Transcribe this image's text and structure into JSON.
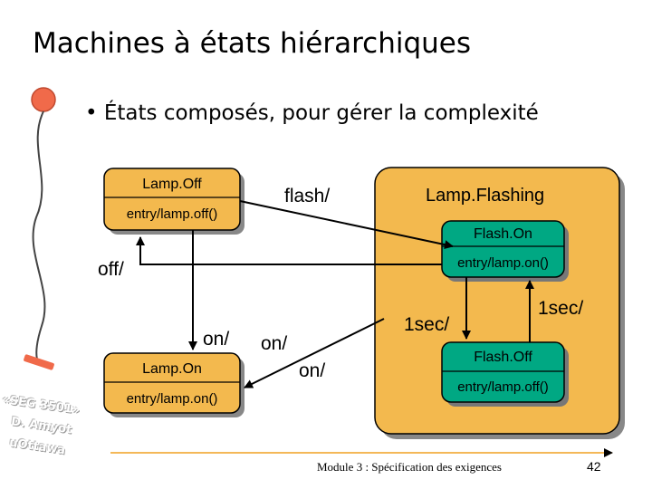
{
  "slide": {
    "title": "Machines à états hiérarchiques",
    "bullet": "• États composés, pour gérer la complexité",
    "footer": "Module 3 : Spécification des exigences",
    "page_number": "42",
    "stamp": {
      "line1": "«SEG 3501»",
      "line2": "D. Amyot",
      "line3": "uOttawa"
    }
  },
  "diagram": {
    "states": {
      "lamp_off": {
        "name": "Lamp.Off",
        "entry": "entry/lamp.off()"
      },
      "lamp_on": {
        "name": "Lamp.On",
        "entry": "entry/lamp.on()"
      },
      "lamp_flashing": {
        "name": "Lamp.Flashing"
      },
      "flash_on": {
        "name": "Flash.On",
        "entry": "entry/lamp.on()"
      },
      "flash_off": {
        "name": "Flash.Off",
        "entry": "entry/lamp.off()"
      }
    },
    "transitions": {
      "flash": "flash/",
      "off": "off/",
      "on_left": "on/",
      "on_mid": "on/",
      "on_lower": "on/",
      "sec_left": "1sec/",
      "sec_right": "1sec/"
    },
    "colors": {
      "simple_state_fill": "#f3b94e",
      "composite_fill": "#f3b94e",
      "substate_fill": "#00a883",
      "outline": "#000000",
      "shadow": "#888888",
      "stickman_head": "#f06a4a",
      "stickman_foot": "#f06a4a",
      "footer_line": "#f0a020"
    }
  }
}
